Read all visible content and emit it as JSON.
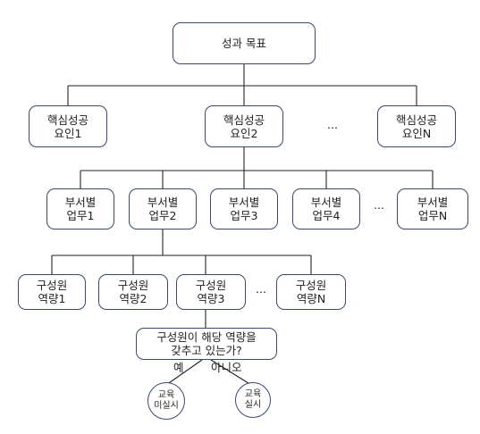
{
  "goal": {
    "label": "성과 목표"
  },
  "csf": {
    "items": [
      {
        "line1": "핵심성공",
        "line2": "요인1"
      },
      {
        "line1": "핵심성공",
        "line2": "요인2"
      },
      {
        "line1": "핵심성공",
        "line2": "요인N"
      }
    ],
    "ellipsis": "..."
  },
  "tasks": {
    "items": [
      {
        "line1": "부서별",
        "line2": "업무1"
      },
      {
        "line1": "부서별",
        "line2": "업무2"
      },
      {
        "line1": "부서별",
        "line2": "업무3"
      },
      {
        "line1": "부서별",
        "line2": "업무4"
      },
      {
        "line1": "부서별",
        "line2": "업무N"
      }
    ],
    "ellipsis": "..."
  },
  "competencies": {
    "items": [
      {
        "line1": "구성원",
        "line2": "역량1"
      },
      {
        "line1": "구성원",
        "line2": "역량2"
      },
      {
        "line1": "구성원",
        "line2": "역량3"
      },
      {
        "line1": "구성원",
        "line2": "역량N"
      }
    ],
    "ellipsis": "..."
  },
  "question": {
    "line1": "구성원이 해당 역량을",
    "line2": "갖추고 있는가?"
  },
  "answers": {
    "yes": "예",
    "no": "아니오"
  },
  "outcomes": [
    {
      "line1": "교육",
      "line2": "미실시"
    },
    {
      "line1": "교육",
      "line2": "실시"
    }
  ]
}
